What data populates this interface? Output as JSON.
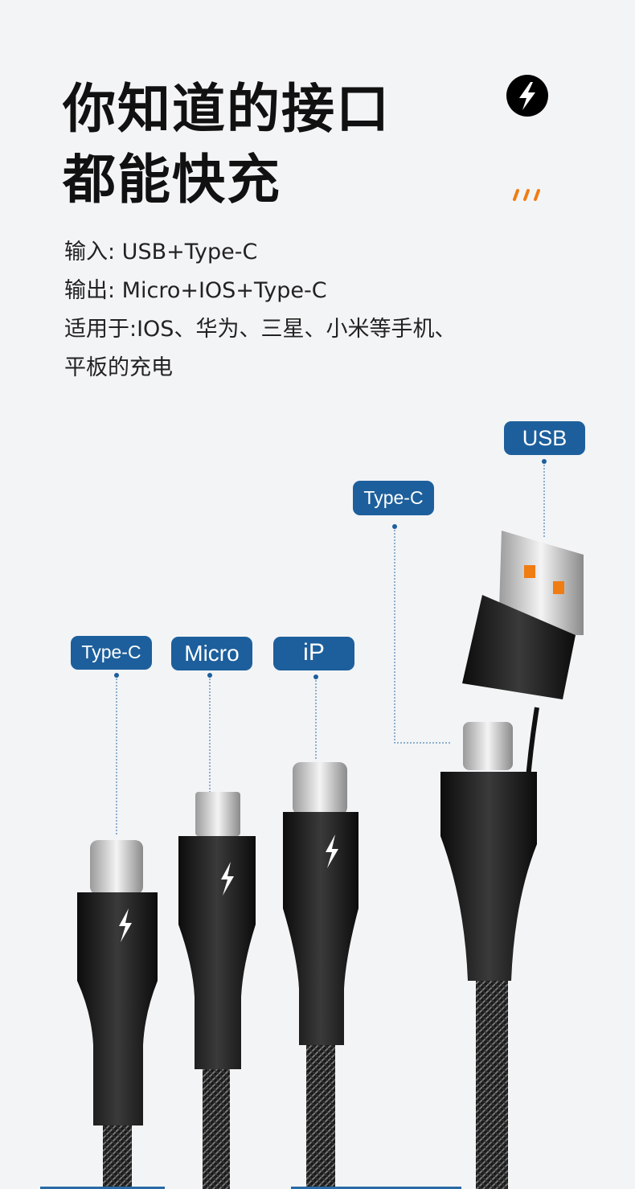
{
  "headline": {
    "line1": "你知道的接口",
    "line2": "都能快充"
  },
  "specs": [
    "输入: USB+Type-C",
    "输出: Micro+IOS+Type-C",
    "适用于:IOS、华为、三星、小米等手机、",
    "平板的充电"
  ],
  "icons": {
    "badge": "lightning-bolt-icon",
    "decoration": "orange-dashes"
  },
  "labels": {
    "usb": "USB",
    "typec_top": "Type-C",
    "typec": "Type-C",
    "micro": "Micro",
    "ip": "iP"
  },
  "colors": {
    "accent": "#f07c14",
    "tag": "#1d5f9c",
    "background": "#f3f4f6"
  }
}
